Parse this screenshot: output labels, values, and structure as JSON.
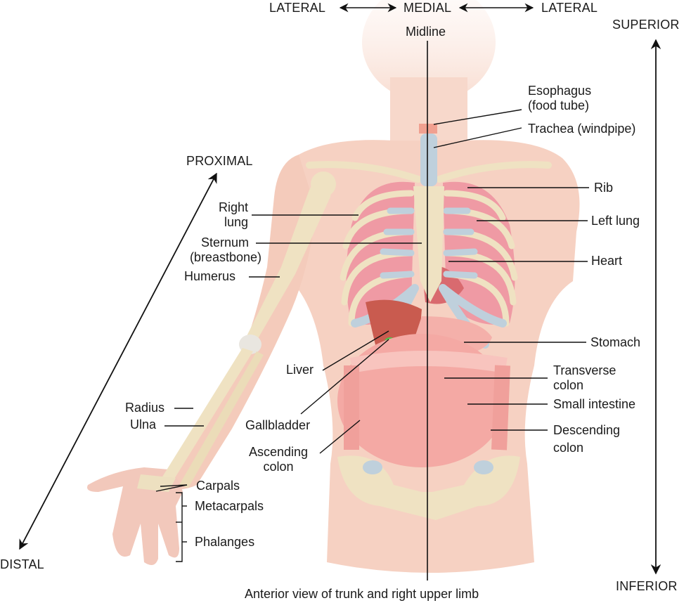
{
  "figure": {
    "caption": "Anterior view of trunk and right upper limb",
    "directional_terms": {
      "lateral_left": "LATERAL",
      "medial": "MEDIAL",
      "lateral_right": "LATERAL",
      "midline": "Midline",
      "superior": "SUPERIOR",
      "inferior": "INFERIOR",
      "proximal": "PROXIMAL",
      "distal": "DISTAL"
    },
    "labels_right": {
      "esophagus_1": "Esophagus",
      "esophagus_2": "(food tube)",
      "trachea": "Trachea (windpipe)",
      "rib": "Rib",
      "left_lung": "Left lung",
      "heart": "Heart",
      "stomach": "Stomach",
      "transverse_colon_1": "Transverse",
      "transverse_colon_2": "colon",
      "small_intestine": "Small intestine",
      "descending_colon_1": "Descending",
      "descending_colon_2": "colon"
    },
    "labels_left": {
      "right_lung_1": "Right",
      "right_lung_2": "lung",
      "sternum_1": "Sternum",
      "sternum_2": "(breastbone)",
      "humerus": "Humerus",
      "liver": "Liver",
      "gallbladder": "Gallbladder",
      "ascending_colon_1": "Ascending",
      "ascending_colon_2": "colon",
      "radius": "Radius",
      "ulna": "Ulna",
      "carpals": "Carpals",
      "metacarpals": "Metacarpals",
      "phalanges": "Phalanges"
    },
    "colors": {
      "skin": "#f6d3c4",
      "skin_light": "#fae6dc",
      "bone": "#efe2c2",
      "cartilage": "#bfd0dc",
      "lung": "#ef9aa4",
      "organ": "#f4a9a4",
      "liver": "#c95b4f",
      "gallbladder": "#49c54a",
      "line": "#111111"
    }
  }
}
